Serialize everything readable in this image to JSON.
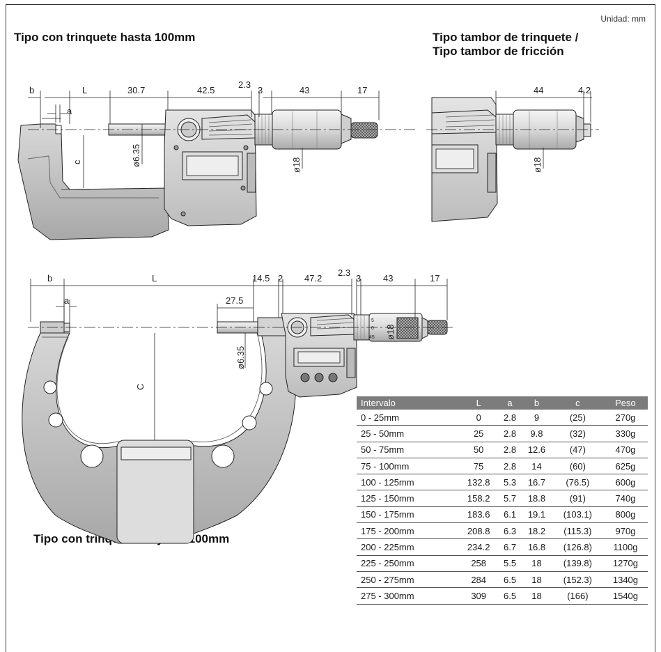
{
  "unit_label": "Unidad: mm",
  "titles": {
    "top_left": "Tipo con trinquete hasta 100mm",
    "top_right_1": "Tipo tambor de trinquete /",
    "top_right_2": "Tipo tambor de fricción",
    "bottom_left": "Tipo con trinquete mayor a 100mm"
  },
  "dims_top": {
    "b": "b",
    "L": "L",
    "d1": "30.7",
    "d2": "42.5",
    "d3": "2.3",
    "d4": "3",
    "d5": "43",
    "d6": "17",
    "a": "a",
    "c": "c",
    "spindle": "ø6.35",
    "thimble": "ø18"
  },
  "dims_right": {
    "d1": "44",
    "d2": "4.2",
    "thimble": "ø18"
  },
  "dims_bottom": {
    "b": "b",
    "L": "L",
    "d1": "14.5",
    "d2": "2",
    "d3": "47.2",
    "d4": "2.3",
    "d5": "3",
    "d6": "43",
    "d7": "17",
    "a": "a",
    "d8": "27.5",
    "spindle": "ø6.35",
    "thimble": "ø18",
    "C": "C",
    "scale_top": "5",
    "scale_mid": "0",
    "scale_bot": "45"
  },
  "table": {
    "headers": [
      "Intervalo",
      "L",
      "a",
      "b",
      "c",
      "Peso"
    ],
    "rows": [
      [
        "0 - 25mm",
        "0",
        "2.8",
        "9",
        "(25)",
        "270g"
      ],
      [
        "25 - 50mm",
        "25",
        "2.8",
        "9.8",
        "(32)",
        "330g"
      ],
      [
        "50 - 75mm",
        "50",
        "2.8",
        "12.6",
        "(47)",
        "470g"
      ],
      [
        "75 - 100mm",
        "75",
        "2.8",
        "14",
        "(60)",
        "625g"
      ],
      [
        "100 - 125mm",
        "132.8",
        "5.3",
        "16.7",
        "(76.5)",
        "600g"
      ],
      [
        "125 - 150mm",
        "158.2",
        "5.7",
        "18.8",
        "(91)",
        "740g"
      ],
      [
        "150 - 175mm",
        "183.6",
        "6.1",
        "19.1",
        "(103.1)",
        "800g"
      ],
      [
        "175 - 200mm",
        "208.8",
        "6.3",
        "18.2",
        "(115.3)",
        "970g"
      ],
      [
        "200 - 225mm",
        "234.2",
        "6.7",
        "16.8",
        "(126.8)",
        "1100g"
      ],
      [
        "225 - 250mm",
        "258",
        "5.5",
        "18",
        "(139.8)",
        "1270g"
      ],
      [
        "250 - 275mm",
        "284",
        "6.5",
        "18",
        "(152.3)",
        "1340g"
      ],
      [
        "275 - 300mm",
        "309",
        "6.5",
        "18",
        "(166)",
        "1540g"
      ]
    ]
  }
}
